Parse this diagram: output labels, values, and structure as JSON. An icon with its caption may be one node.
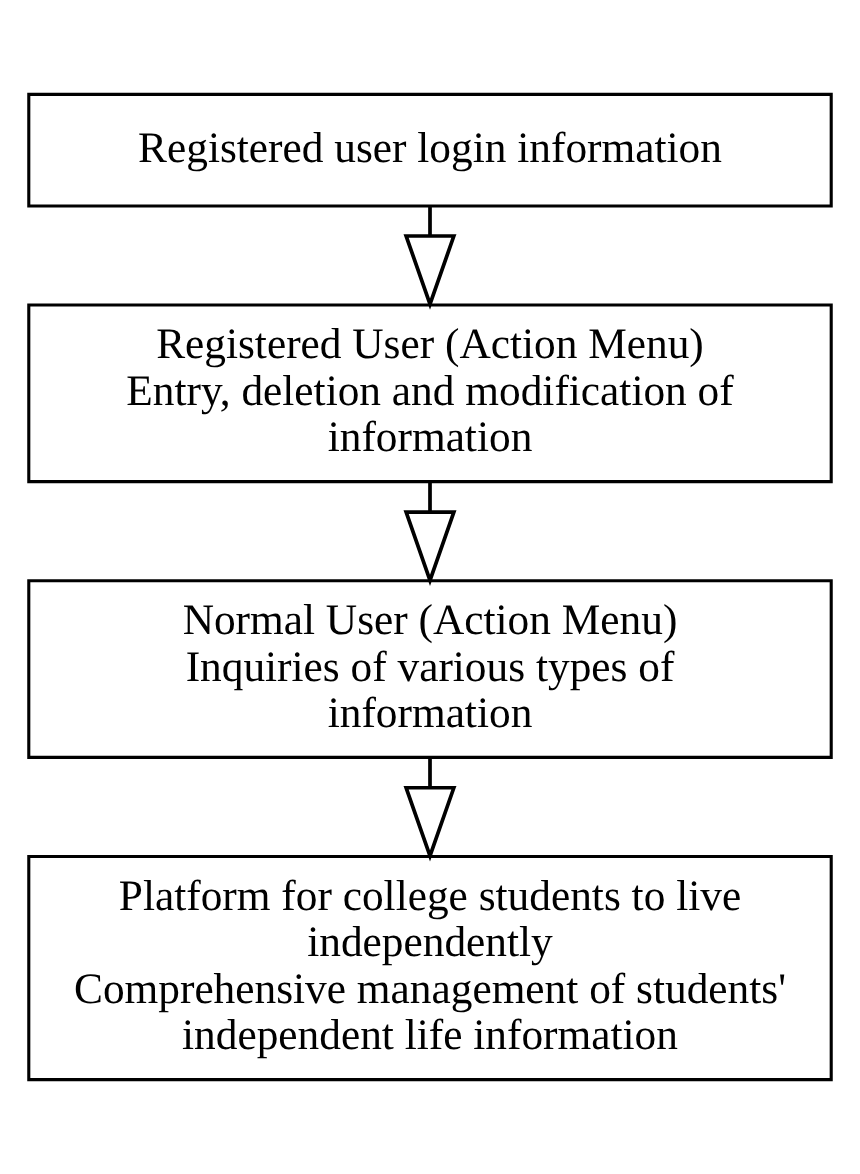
{
  "diagram": {
    "nodes": [
      {
        "text": [
          "Registered user login information"
        ]
      },
      {
        "text": [
          "Registered User (Action Menu)",
          "Entry, deletion and modification of information"
        ]
      },
      {
        "text": [
          "Normal User (Action Menu)",
          "Inquiries of various types of information"
        ]
      },
      {
        "text": [
          "Platform for college students to live independently",
          "Comprehensive management of students' independent life information"
        ]
      }
    ],
    "edges": [
      {
        "from": 0,
        "to": 1,
        "arrow": "to"
      },
      {
        "from": 1,
        "to": 2,
        "arrow": "to"
      },
      {
        "from": 2,
        "to": 3,
        "arrow": "to"
      }
    ]
  }
}
